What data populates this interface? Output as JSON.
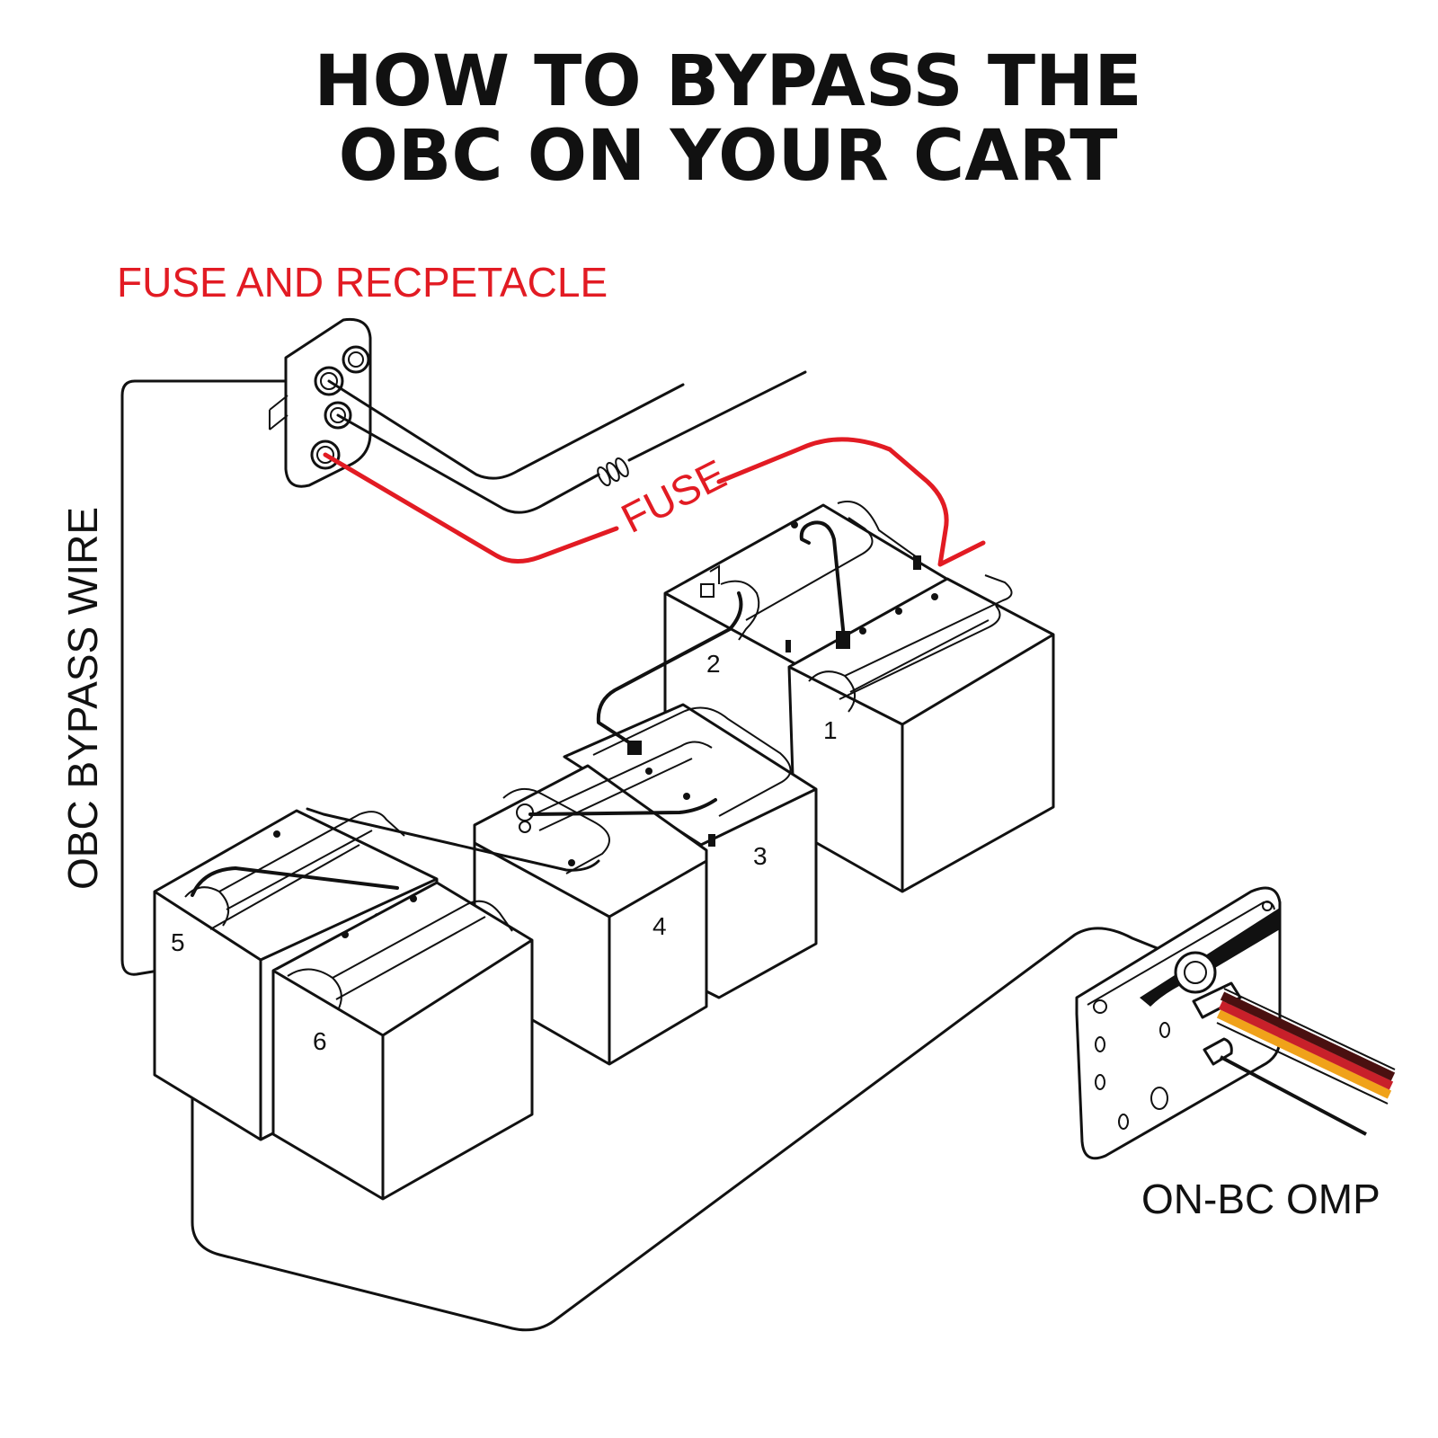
{
  "title": {
    "line1": "HOW TO BYPASS THE",
    "line2": "OBC ON YOUR CART"
  },
  "labels": {
    "fuse_and_receptacle": "FUSE AND RECPETACLE",
    "fuse": "FUSE",
    "obc_bypass_wire": "OBC BYPASS WIRE",
    "on_bc_omp": "ON-BC OMP"
  },
  "batteries": [
    "1",
    "2",
    "3",
    "4",
    "5",
    "6"
  ],
  "colors": {
    "fuse_wire": "#e21b23",
    "ink": "#111111",
    "cable_red": "#c8202a",
    "cable_orange": "#f0a21a",
    "cable_dark": "#4a1010"
  }
}
